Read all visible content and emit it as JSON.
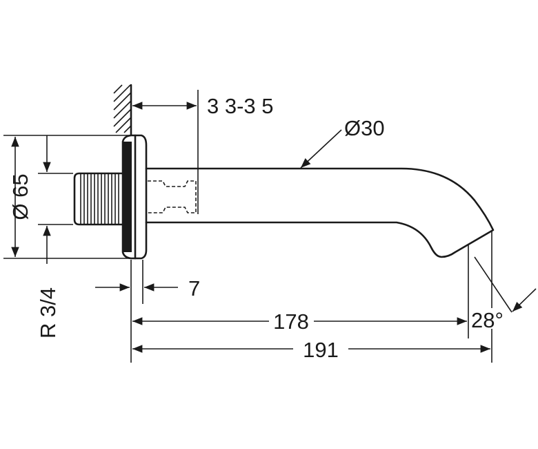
{
  "drawing": {
    "dimensions": {
      "wall_gap": "3 3-3 5",
      "diameter_spout": "Ø30",
      "diameter_plate": "Ø 65",
      "thread": "R 3/4",
      "plate_thickness": "7",
      "spout_reach": "178",
      "overall_length": "191",
      "outlet_angle": "28°"
    }
  }
}
